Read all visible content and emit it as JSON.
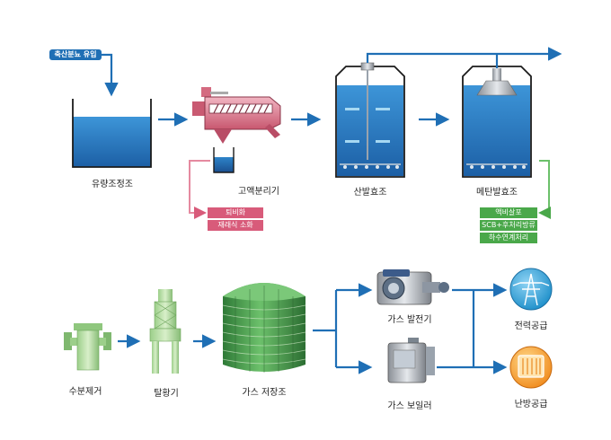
{
  "inflow_label": "축산분뇨 유입",
  "stages": {
    "equalization_tank": "유량조정조",
    "solid_liquid_separator": "고액분리기",
    "acid_fermentation_tank": "산발효조",
    "methane_fermentation_tank": "메탄발효조",
    "moisture_removal": "수분제거",
    "desulfurizer": "탈황기",
    "gas_storage_tank": "가스 저장조",
    "gas_generator": "가스 발전기",
    "gas_boiler": "가스 보일러",
    "power_supply": "전력공급",
    "heating_supply": "난방공급"
  },
  "solid_outputs": [
    "퇴비화",
    "재래식 소화"
  ],
  "liquid_outputs": [
    "액비살포",
    "SCB+후처리방류",
    "하수연계처리"
  ],
  "colors": {
    "flow_arrow": "#1f6fb5",
    "solid_line": "#d85b7a",
    "liquid_line": "#4aa84a",
    "tank_water": "#2a7fc9",
    "gas_tank": "#3f9b4a"
  },
  "icons": {
    "power": "transmission-tower-icon",
    "heating": "radiator-icon"
  }
}
